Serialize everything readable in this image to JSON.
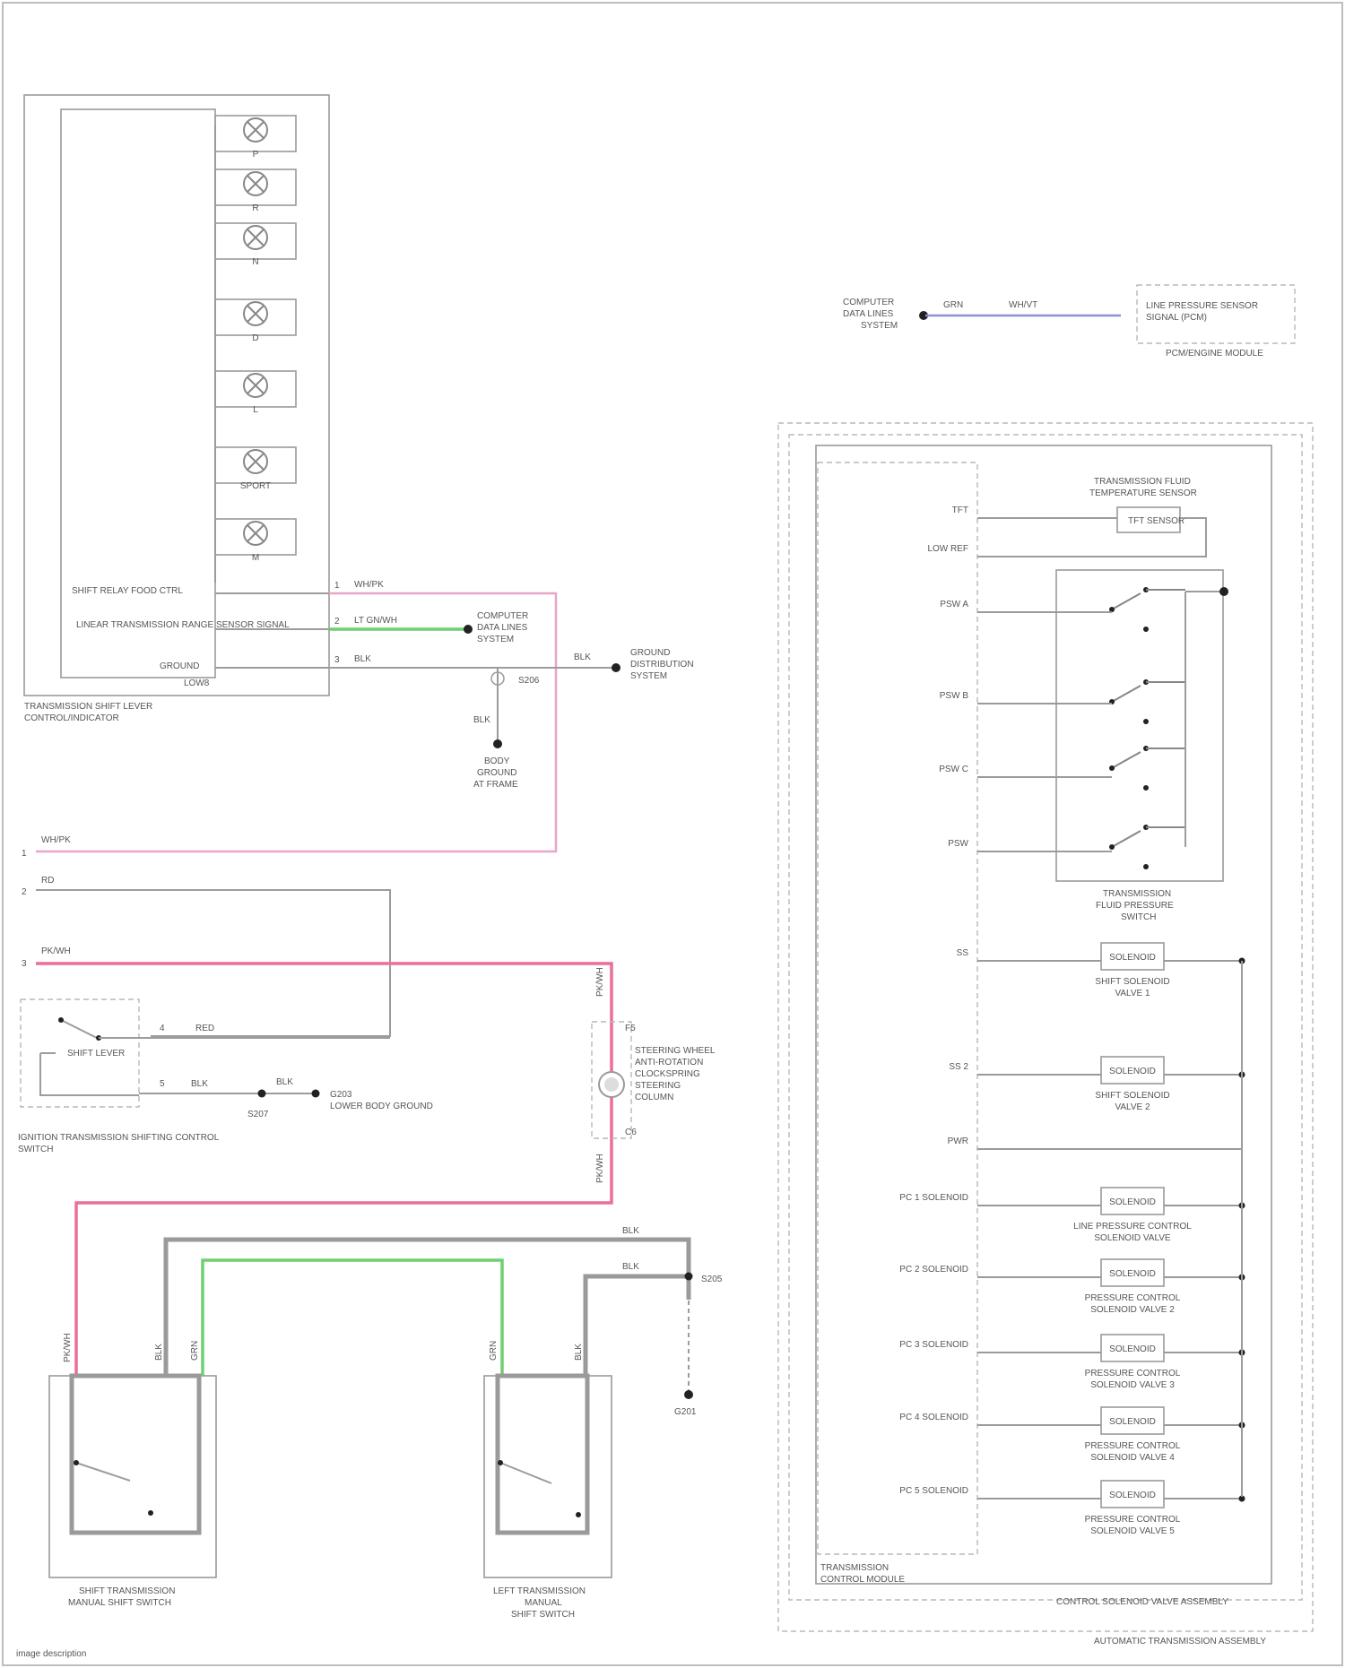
{
  "diagram": {
    "shift_lever_assembly": {
      "label_line1": "TRANSMISSION SHIFT LEVER",
      "label_line2": "CONTROL/INDICATOR",
      "inner_bottom_label": "LOW8",
      "indicator_labels": [
        "P",
        "R",
        "N",
        "D",
        "L",
        "SPORT",
        "M"
      ],
      "pins": [
        {
          "num": "1",
          "label": "SHIFT RELAY FOOD CTRL",
          "wire": "WH/PK"
        },
        {
          "num": "2",
          "label": "LINEAR TRANSMISSION RANGE SENSOR SIGNAL",
          "wire": "LT GN/WH"
        },
        {
          "num": "3",
          "label": "GROUND",
          "wire": "BLK"
        }
      ]
    },
    "can_system": {
      "line1": "COMPUTER",
      "line2": "DATA LINES",
      "line3": "SYSTEM"
    },
    "ground_dist": {
      "line1": "GROUND",
      "line2": "DISTRIBUTION",
      "line3": "SYSTEM",
      "wire": "BLK"
    },
    "body_ground": {
      "line1": "BODY",
      "line2": "GROUND",
      "line3": "AT FRAME",
      "wire": "BLK",
      "splice": "S206"
    },
    "left_connector": {
      "items": [
        {
          "pin": "1",
          "wire": "WH/PK"
        },
        {
          "pin": "2",
          "wire": "RD"
        },
        {
          "pin": "3",
          "wire": "PK/WH"
        }
      ]
    },
    "ignition_switch": {
      "label_line1": "IGNITION TRANSMISSION SHIFTING CONTROL",
      "label_line2": "SWITCH",
      "inner_label": "SHIFT LEVER",
      "pin_a": "4",
      "wire_a": "RED",
      "pin_b": "5",
      "wire_b": "BLK",
      "splice": "S207",
      "ground_wire": "BLK",
      "ground_label": "G203",
      "ground_desc": "LOWER BODY GROUND"
    },
    "steering_wheel": {
      "line1": "STEERING WHEEL",
      "line2": "ANTI-ROTATION",
      "line3": "CLOCKSPRING",
      "line4": "STEERING",
      "line5": "COLUMN",
      "pin_top": "F5",
      "pin_bottom": "C6",
      "wire": "PK/WH"
    },
    "bottom_switches": {
      "upshift": {
        "line1": "SHIFT TRANSMISSION",
        "line2": "MANUAL SHIFT SWITCH",
        "wires": [
          "PK/WH",
          "BLK",
          "GRN"
        ]
      },
      "downshift": {
        "line1": "LEFT TRANSMISSION",
        "line2": "MANUAL",
        "line3": "SHIFT SWITCH",
        "wires": [
          "GRN",
          "BLK"
        ]
      },
      "blk_top": "BLK",
      "blk_mid": "BLK",
      "ground_splice": "S205",
      "ground_label": "G201"
    },
    "tcm_top": {
      "left_line1": "COMPUTER",
      "left_line2": "DATA LINES",
      "left_line3": "SYSTEM",
      "wire1": "GRN",
      "wire2": "WH/VT",
      "box_line1": "LINE PRESSURE SENSOR",
      "box_line2": "SIGNAL (PCM)",
      "module_label": "PCM/ENGINE MODULE"
    },
    "tcm": {
      "module_label_line1": "TRANSMISSION",
      "module_label_line2": "CONTROL MODULE",
      "inner_frame_label": "CONTROL SOLENOID VALVE ASSEMBLY",
      "outer_frame_label": "AUTOMATIC TRANSMISSION ASSEMBLY",
      "temp_sensor_line1": "TRANSMISSION FLUID",
      "temp_sensor_line2": "TEMPERATURE SENSOR",
      "pressure_switch_line1": "TRANSMISSION",
      "pressure_switch_line2": "FLUID PRESSURE",
      "pressure_switch_line3": "SWITCH",
      "pins": [
        {
          "label": "TFT"
        },
        {
          "label": "LOW REF"
        },
        {
          "label": "PSW A"
        },
        {
          "label": "PSW B"
        },
        {
          "label": "PSW C"
        },
        {
          "label": "PSW"
        },
        {
          "label": "SS"
        },
        {
          "label": "SS 2"
        },
        {
          "label": "PWR"
        },
        {
          "label": "PC 1 SOLENOID"
        },
        {
          "label": "PC 2 SOLENOID"
        },
        {
          "label": "PC 3 SOLENOID"
        },
        {
          "label": "PC 4 SOLENOID"
        },
        {
          "label": "PC 5 SOLENOID"
        }
      ],
      "solenoids": [
        {
          "line1": "SHIFT SOLENOID",
          "line2": "VALVE 1"
        },
        {
          "line1": "SHIFT SOLENOID",
          "line2": "VALVE 2"
        },
        {
          "line1": "LINE PRESSURE CONTROL",
          "line2": "SOLENOID VALVE"
        },
        {
          "line1": "PRESSURE CONTROL",
          "line2": "SOLENOID VALVE 2"
        },
        {
          "line1": "PRESSURE CONTROL",
          "line2": "SOLENOID VALVE 3"
        },
        {
          "line1": "PRESSURE CONTROL",
          "line2": "SOLENOID VALVE 4"
        },
        {
          "line1": "PRESSURE CONTROL",
          "line2": "SOLENOID VALVE 5"
        }
      ],
      "solenoid_tag": "SOLENOID",
      "sensor_tag": "TFT SENSOR"
    },
    "footer": "image description"
  }
}
